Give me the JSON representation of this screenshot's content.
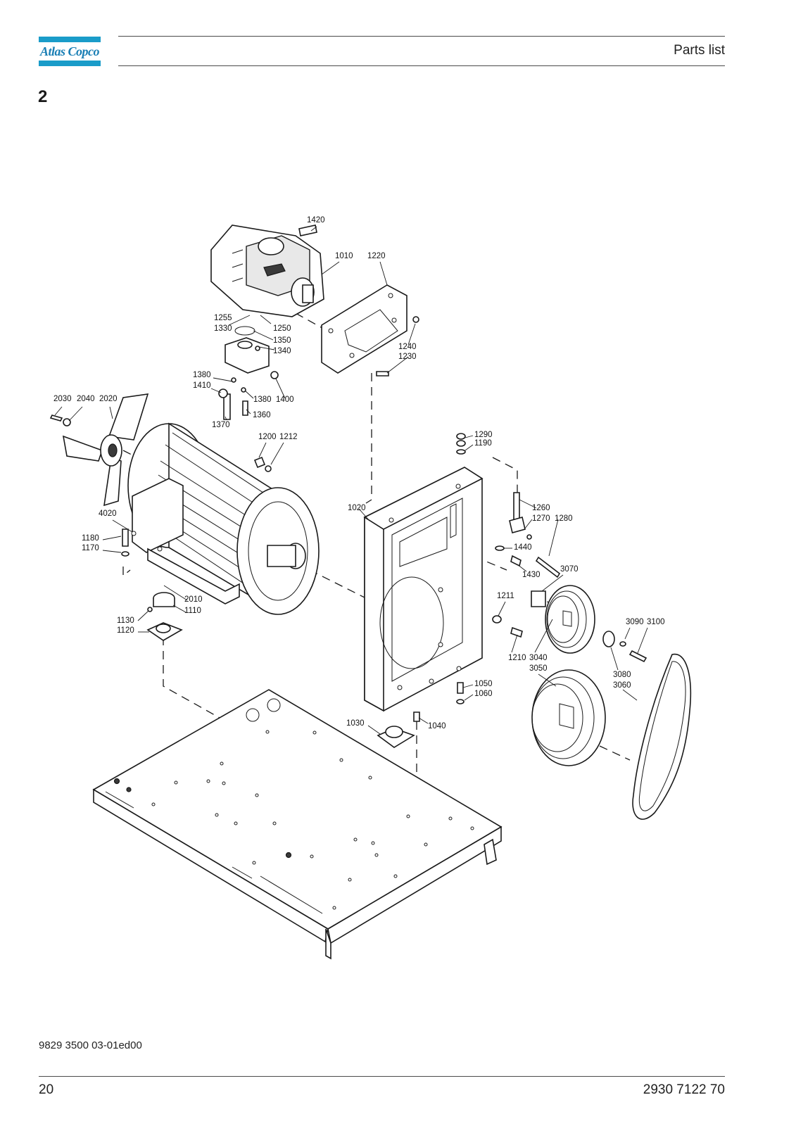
{
  "header": {
    "brand": "Atlas Copco",
    "title": "Parts list"
  },
  "section": {
    "number": "2"
  },
  "callouts": {
    "c1420": "1420",
    "c1010": "1010",
    "c1220": "1220",
    "c1255": "1255",
    "c1330": "1330",
    "c1250": "1250",
    "c1350": "1350",
    "c1340": "1340",
    "c1240": "1240",
    "c1230": "1230",
    "c1380a": "1380",
    "c1410": "1410",
    "c1380b": "1380",
    "c1400": "1400",
    "c1360": "1360",
    "c1370": "1370",
    "c2030": "2030",
    "c2040": "2040",
    "c2020": "2020",
    "c1200": "1200",
    "c1212": "1212",
    "c1290": "1290",
    "c1190": "1190",
    "c4020": "4020",
    "c1180": "1180",
    "c1170": "1170",
    "c1020": "1020",
    "c1260": "1260",
    "c1270": "1270",
    "c1280": "1280",
    "c1440": "1440",
    "c1430": "1430",
    "c3070": "3070",
    "c2010": "2010",
    "c1110": "1110",
    "c1130": "1130",
    "c1120": "1120",
    "c1211": "1211",
    "c3090": "3090",
    "c3100": "3100",
    "c1210": "1210",
    "c3040": "3040",
    "c3050": "3050",
    "c3080": "3080",
    "c3060": "3060",
    "c1050": "1050",
    "c1060": "1060",
    "c1030": "1030",
    "c1040": "1040"
  },
  "footer": {
    "doc_code": "9829 3500 03-01ed00",
    "page_number": "20",
    "doc_number": "2930 7122 70"
  }
}
